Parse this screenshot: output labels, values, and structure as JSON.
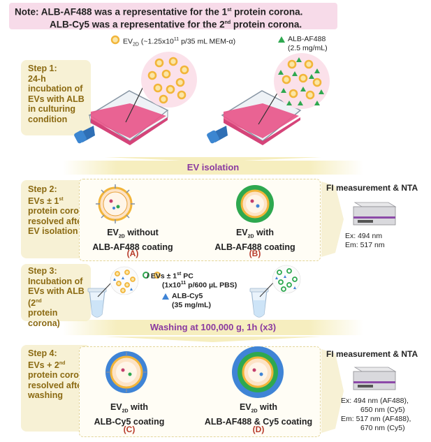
{
  "note": {
    "prefix": "Note: ",
    "line1_a": "ALB-AF488 was a representative for the 1",
    "line1_sup": "st",
    "line1_b": " protein corona.",
    "line2_a": "ALB-Cy5 was a representative for the 2",
    "line2_sup": "nd",
    "line2_b": " protein corona."
  },
  "legend_top": {
    "ev_a": "EV",
    "ev_sub": "2D",
    "ev_b": " (~1.25x10",
    "ev_sup": "11",
    "ev_c": " p/35 mL MEM-α)",
    "alb_line1": "ALB-AF488",
    "alb_line2": "(2.5 mg/mL)"
  },
  "steps": [
    {
      "lines": [
        "Step 1:",
        "24-h",
        "incubation of",
        "EVs with ALB",
        "in culturing",
        "condition"
      ]
    },
    {
      "line1": "Step 2:",
      "line2_a": "EVs ± 1",
      "line2_sup": "st",
      "line3": "protein corona",
      "line4": "resolved after",
      "line5": "EV isolation"
    },
    {
      "lines": [
        "Step 3:",
        "Incubation of",
        "EVs with ALB",
        "(2",
        "protein",
        "corona)"
      ],
      "sup": "nd"
    },
    {
      "line1": "Step 4:",
      "line2_a": "EVs + 2",
      "line2_sup": "nd",
      "line3": "protein corona",
      "line4": "resolved after",
      "line5": "washing"
    }
  ],
  "bands": {
    "ev_isolation": "EV isolation",
    "washing": "Washing at 100,000 g, 1h (x3)"
  },
  "step2_items": [
    {
      "l1_a": "EV",
      "l1_sub": "2D",
      "l1_b": " without",
      "l2": "ALB-AF488 coating",
      "tag": "(A)"
    },
    {
      "l1_a": "EV",
      "l1_sub": "2D",
      "l1_b": " with",
      "l2": "ALB-AF488 coating",
      "tag": "(B)"
    }
  ],
  "step3": {
    "ev_a": "/",
    "ev_b": " EVs ± 1",
    "ev_sup": "st",
    "ev_c": " PC",
    "ev_line2": "(1x10",
    "ev_line2_sup": "11",
    "ev_line2_b": " p/600 µL PBS)",
    "alb_line1": "ALB-Cy5",
    "alb_line2": "(35 mg/mL)"
  },
  "step4_items": [
    {
      "l1_a": "EV",
      "l1_sub": "2D",
      "l1_b": " with",
      "l2": "ALB-Cy5 coating",
      "tag": "(C)"
    },
    {
      "l1_a": "EV",
      "l1_sub": "2D",
      "l1_b": " with",
      "l2": "ALB-AF488 & Cy5 coating",
      "tag": "(D)"
    }
  ],
  "fi1": {
    "title": "FI measurement & NTA",
    "ex": "Ex: 494 nm",
    "em": "Em: 517 nm"
  },
  "fi2": {
    "title": "FI measurement & NTA",
    "ex1": "Ex: 494 nm (AF488),",
    "ex2": "650 nm (Cy5)",
    "em1": "Em: 517 nm (AF488),",
    "em2": "670 nm (Cy5)"
  },
  "colors": {
    "note_bg": "#f7dbe9",
    "step_bg": "#f7f1d5",
    "step_text": "#8b6a12",
    "band_text": "#8a3aa0",
    "tag": "#b73a2a",
    "flask_media": "#e8578a",
    "ev_ring": "#f2b53a",
    "af488": "#2ea84f",
    "cy5": "#3f84d6"
  }
}
